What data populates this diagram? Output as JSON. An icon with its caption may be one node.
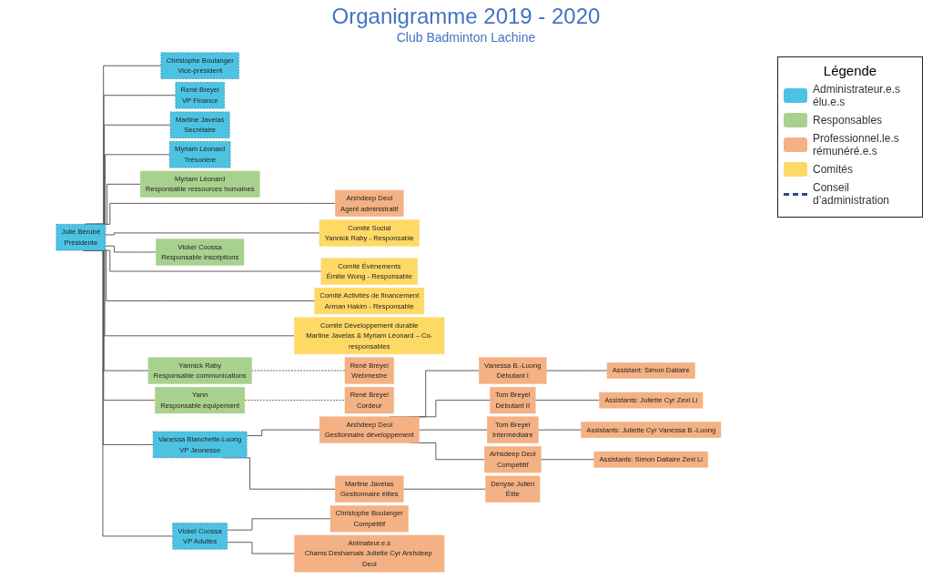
{
  "diagram": {
    "title": "Organigramme 2019 - 2020",
    "nodes": [
      {
        "text": [
          "Julie Bérubé",
          "Présidente"
        ]
      },
      {
        "text": [
          "Christophe Boulanger",
          "Vice-président"
        ]
      },
      {
        "text": [
          "René Breyel",
          "VP Finance"
        ]
      },
      {
        "text": [
          "Martine Javelas",
          "Secrétaire"
        ]
      },
      {
        "text": [
          "Myriam Léonard",
          "Trésorière"
        ]
      },
      {
        "text": [
          "Arshdeep Deol",
          "Agent administratif"
        ]
      },
      {
        "text": [
          "Comité Social",
          "Yannick Raby - Responsable"
        ]
      },
      {
        "text": [
          "Comité Événements",
          "Émilie Wong - Responsable"
        ]
      },
      {
        "text": [
          "Comité Activités de financement",
          "Arman Hakim - Responsable"
        ]
      },
      {
        "text": [
          "Comité Développement durable",
          "Martine Javelas & Myriam Léonard – Co-responsables"
        ]
      },
      {
        "text": [
          "Myriam Léonard",
          "Responsable ressources humaines"
        ]
      },
      {
        "text": [
          "Yannick Raby",
          "Responsable communications"
        ]
      },
      {
        "text": [
          "René Breyel",
          "Webmestre"
        ]
      },
      {
        "text": [
          "Yann",
          "Responsable équipement"
        ]
      },
      {
        "text": [
          "René Breyel",
          "Cordeur"
        ]
      },
      {
        "text": [
          "Vickel Coossa",
          "Responsable inscriptions"
        ]
      },
      {
        "text": [
          "Vanessa Blanchette-Luong",
          "VP Jeunesse"
        ]
      },
      {
        "text": [
          "Vickel Coossa",
          "VP Adultes"
        ]
      },
      {
        "text": [
          "Arshdeep Deol",
          "Gestionnaire développement"
        ]
      },
      {
        "text": [
          "Martine Javelas",
          "Gestionnaire élites"
        ]
      },
      {
        "text": [
          "Vanessa B.-Luong",
          "Débutant I"
        ]
      },
      {
        "text": [
          "Tom Breyel",
          "Débutant II"
        ]
      },
      {
        "text": [
          "Tom Breyel",
          "Intermédiaire"
        ]
      },
      {
        "text": [
          "Arhsdeep Deol",
          "Compétitif"
        ]
      },
      {
        "text": [
          "Denyse Julien",
          "Élite"
        ]
      },
      {
        "text": [
          "Christophe Boulanger",
          "Compétitif"
        ]
      },
      {
        "text": [
          "Animateur.e.s",
          "Chams Desharnais Juliette Cyr Arshdeep Deol"
        ]
      },
      {
        "text": [
          "Assistant: Simon Dallaire"
        ]
      },
      {
        "text": [
          "Assistants: Juliette Cyr Zexi Li"
        ]
      },
      {
        "text": [
          "Assistants: Juliette Cyr Vanessa B.-Luong"
        ]
      },
      {
        "text": [
          "Assistants: Simon Dallaire Zexi Li"
        ]
      }
    ],
    "edges": [
      {
        "from": 0,
        "to": 1,
        "arrow": "none"
      },
      {
        "from": 0,
        "to": 2,
        "arrow": "none"
      },
      {
        "from": 0,
        "to": 3,
        "arrow": "none"
      },
      {
        "from": 0,
        "to": 4,
        "arrow": "none"
      },
      {
        "from": 0,
        "to": 5,
        "arrow": "none"
      },
      {
        "from": 0,
        "to": 6,
        "arrow": "none"
      },
      {
        "from": 0,
        "to": 7,
        "arrow": "none"
      },
      {
        "from": 0,
        "to": 8,
        "arrow": "none"
      },
      {
        "from": 0,
        "to": 9,
        "arrow": "none"
      },
      {
        "from": 0,
        "to": 10,
        "arrow": "none"
      },
      {
        "from": 0,
        "to": 11,
        "arrow": "none"
      },
      {
        "from": 11,
        "to": 12,
        "arrow": "none",
        "style": "dashed"
      },
      {
        "from": 0,
        "to": 13,
        "arrow": "none"
      },
      {
        "from": 13,
        "to": 14,
        "arrow": "none",
        "style": "dashed"
      },
      {
        "from": 0,
        "to": 15,
        "arrow": "none"
      },
      {
        "from": 0,
        "to": 16,
        "arrow": "none"
      },
      {
        "from": 0,
        "to": 17,
        "arrow": "none"
      },
      {
        "from": 16,
        "to": 18,
        "arrow": "none"
      },
      {
        "from": 16,
        "to": 19,
        "arrow": "none"
      },
      {
        "from": 18,
        "to": 20,
        "arrow": "none"
      },
      {
        "from": 18,
        "to": 21,
        "arrow": "none"
      },
      {
        "from": 18,
        "to": 22,
        "arrow": "none"
      },
      {
        "from": 18,
        "to": 23,
        "arrow": "none"
      },
      {
        "from": 19,
        "to": 24,
        "arrow": "none"
      },
      {
        "from": 17,
        "to": 25,
        "arrow": "none"
      },
      {
        "from": 17,
        "to": 26,
        "arrow": "none"
      },
      {
        "from": 20,
        "to": 27,
        "arrow": "none"
      },
      {
        "from": 21,
        "to": 28,
        "arrow": "none"
      },
      {
        "from": 22,
        "to": 29,
        "arrow": "none"
      },
      {
        "from": 23,
        "to": 30,
        "arrow": "none"
      }
    ],
    "labels": [
      "Club Badminton Lachine",
      "Légende"
    ],
    "legend": [
      {
        "text": "Administrateur.e.s élu.e.s",
        "color": "#4dc3e3"
      },
      {
        "text": "Responsables",
        "color": "#a9d18e"
      },
      {
        "text": "Professionnel.le.s rémunéré.e.s",
        "color": "#f4b183"
      },
      {
        "text": "Comités",
        "color": "#ffd966"
      },
      {
        "text": "Conseil d’administration"
      }
    ]
  }
}
